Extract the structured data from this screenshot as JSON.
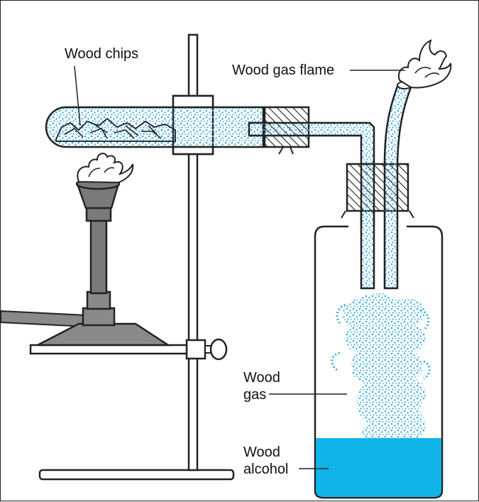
{
  "labels": {
    "wood_chips": "Wood chips",
    "wood_gas_flame": "Wood gas flame",
    "wood_gas_line1": "Wood",
    "wood_gas_line2": "gas",
    "wood_alcohol_line1": "Wood",
    "wood_alcohol_line2": "alcohol"
  },
  "colors": {
    "gas_dots": "#3aa9de",
    "liquid": "#10b4e8",
    "metal": "#7a7a7a",
    "outline": "#222222"
  }
}
